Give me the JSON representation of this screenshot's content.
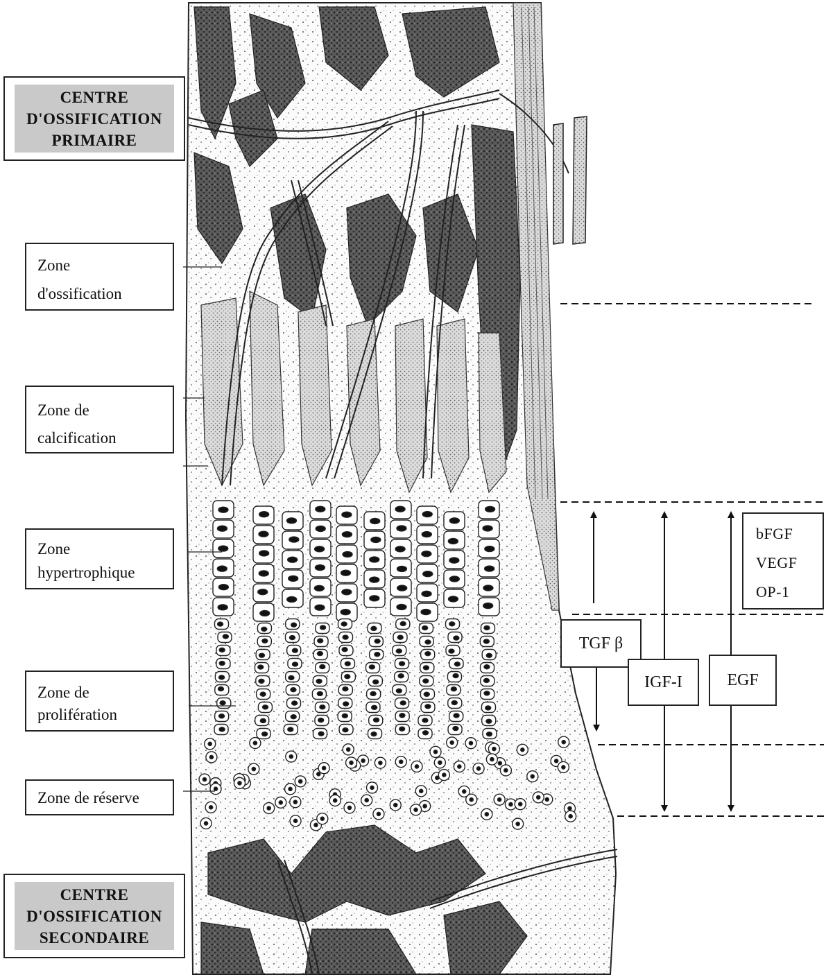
{
  "centers": {
    "primary": [
      "CENTRE",
      "D'OSSIFICATION",
      "PRIMAIRE"
    ],
    "secondary": [
      "CENTRE",
      "D'OSSIFICATION",
      "SECONDAIRE"
    ]
  },
  "zones": {
    "ossification": [
      "Zone",
      "d'ossification"
    ],
    "calcification": [
      "Zone de",
      "calcification"
    ],
    "hypertrophique": [
      "Zone",
      "hypertrophique"
    ],
    "proliferation": [
      "Zone de",
      "prolifération"
    ],
    "reserve": [
      "Zone de réserve"
    ]
  },
  "factors": {
    "tgf": "TGF β",
    "igf": "IGF-I",
    "egf": "EGF",
    "group": [
      "bFGF",
      "VEGF",
      "OP-1"
    ]
  }
}
